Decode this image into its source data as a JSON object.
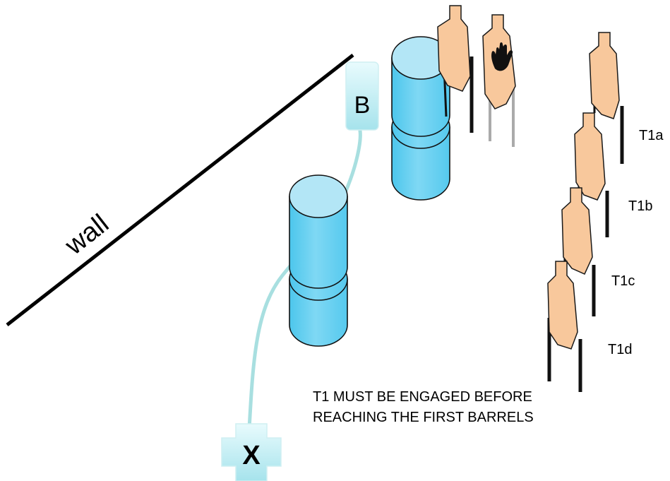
{
  "labels": {
    "wall": "wall",
    "box_b": "B",
    "box_x": "X",
    "t1a": "T1a",
    "t1b": "T1b",
    "t1c": "T1c",
    "t1d": "T1d",
    "note_line1": "T1 MUST BE ENGAGED BEFORE",
    "note_line2": "REACHING THE FIRST BARRELS"
  },
  "icons": {
    "no_shoot": "hand-icon"
  },
  "colors": {
    "target_fill": "#f8c89c",
    "target_stroke": "#1a1a1a",
    "barrel_side": "#6ccff0",
    "barrel_top": "#b3e6f6",
    "marker_fill": "#bfeef3",
    "path_line": "#a8dfe0",
    "wall_line": "#000000",
    "post_dark": "#111111",
    "post_grey": "#aaaaaa",
    "hand": "#111111"
  }
}
